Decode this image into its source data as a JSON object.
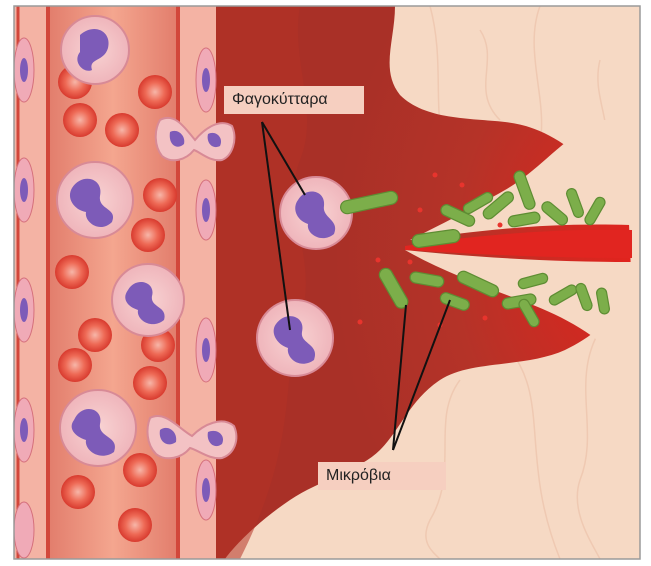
{
  "labels": {
    "phagocytes": "Φαγοκύτταρα",
    "microbes": "Μικρόβια"
  },
  "colors": {
    "skin": "#f6d9c4",
    "tissue_wound": "#b8352b",
    "vessel_wall": "#e98d7e",
    "blood": "#f2a08a",
    "red_cell": "#e8463a",
    "white_cell": "#f3c2c4",
    "nucleus": "#7d5bb8",
    "bacteria": "#7cae4a",
    "label_bg": "#f6cfc0"
  },
  "icons": [
    "blood-vessel",
    "white-blood-cell",
    "red-blood-cell",
    "bacterium",
    "wound"
  ]
}
